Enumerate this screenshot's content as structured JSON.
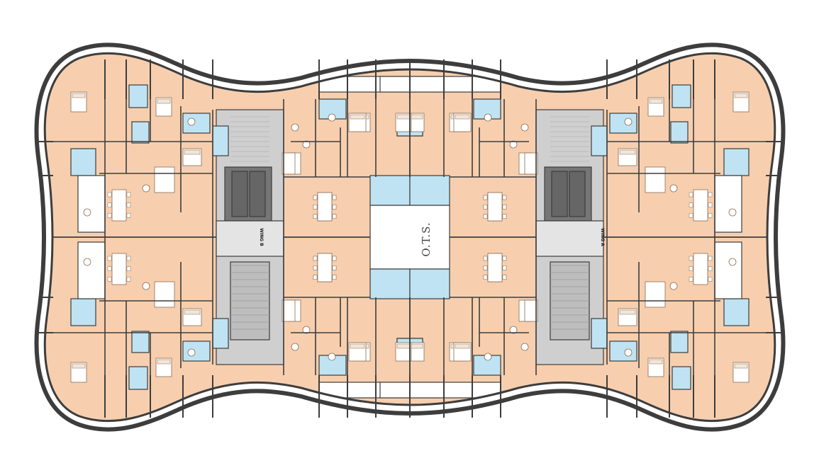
{
  "colors": {
    "outline": "#3d3d3d",
    "unit_fill": "#f7cfae",
    "bath_fill": "#bfe3f2",
    "core_fill": "#cfcfcf",
    "lift_fill": "#767676",
    "light_fill": "#e4e4e4",
    "open_fill": "#ffffff",
    "furniture": "#ffffff"
  },
  "center": {
    "label": "O.T.S."
  },
  "wings": {
    "left": "WING B",
    "right": "WING A"
  }
}
